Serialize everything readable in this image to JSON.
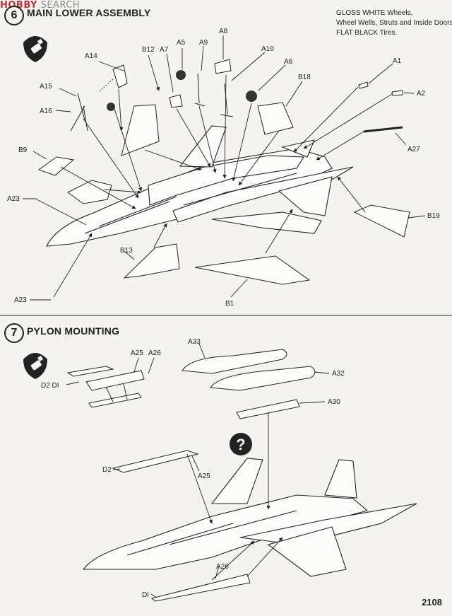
{
  "watermark": {
    "brand": "HOBBY",
    "rest": " SEARCH"
  },
  "step6": {
    "number": "6",
    "title": "MAIN LOWER ASSEMBLY"
  },
  "paint_note": {
    "line1": "GLOSS WHITE Wheels,",
    "line2": "Wheel Wells, Struts and Inside Doors.",
    "line3": "FLAT BLACK Tires."
  },
  "step6_labels": {
    "A14": "A14",
    "B12": "B12",
    "A7": "A7",
    "A5": "A5",
    "A9": "A9",
    "A8": "A8",
    "A10": "A10",
    "A6": "A6",
    "B18": "B18",
    "A1": "A1",
    "A2": "A2",
    "A15": "A15",
    "A16": "A16",
    "B9": "B9",
    "A27": "A27",
    "A23_top": "A23",
    "B19": "B19",
    "B13": "B13",
    "B1": "B1",
    "A23_bottom": "A23"
  },
  "step7": {
    "number": "7",
    "title": "PYLON MOUNTING"
  },
  "step7_labels": {
    "A25_top": "A25",
    "A26_top": "A26",
    "D2D1": "D2  DI",
    "A33": "A33",
    "A32": "A32",
    "A30": "A30",
    "D2_mid": "D2",
    "A25_mid": "A25",
    "A26_bottom": "A26",
    "D1_bottom": "DI"
  },
  "question_mark": "?",
  "page_number": "2108",
  "icon_glyph": "glue-tube-icon"
}
